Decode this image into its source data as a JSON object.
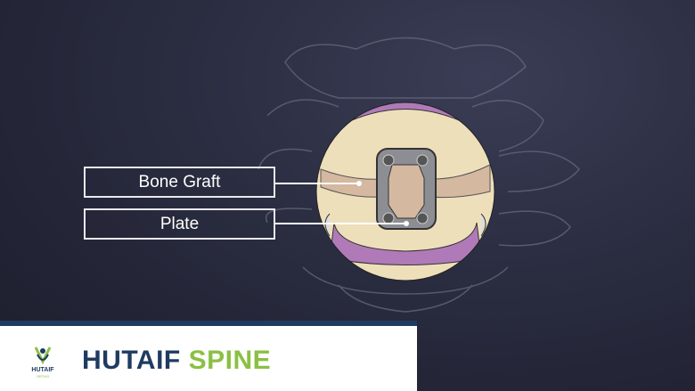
{
  "labels": {
    "bone_graft": "Bone Graft",
    "plate": "Plate"
  },
  "footer": {
    "brand_primary": "HUTAIF",
    "brand_secondary": "SPINE",
    "logo_text": "HUTAIF",
    "logo_subtext": "ORTHO"
  },
  "colors": {
    "navy": "#1f3b60",
    "green": "#8bc043",
    "bone": "#eedfbb",
    "disc": "#b07ab8",
    "graft": "#d4b8a0"
  }
}
